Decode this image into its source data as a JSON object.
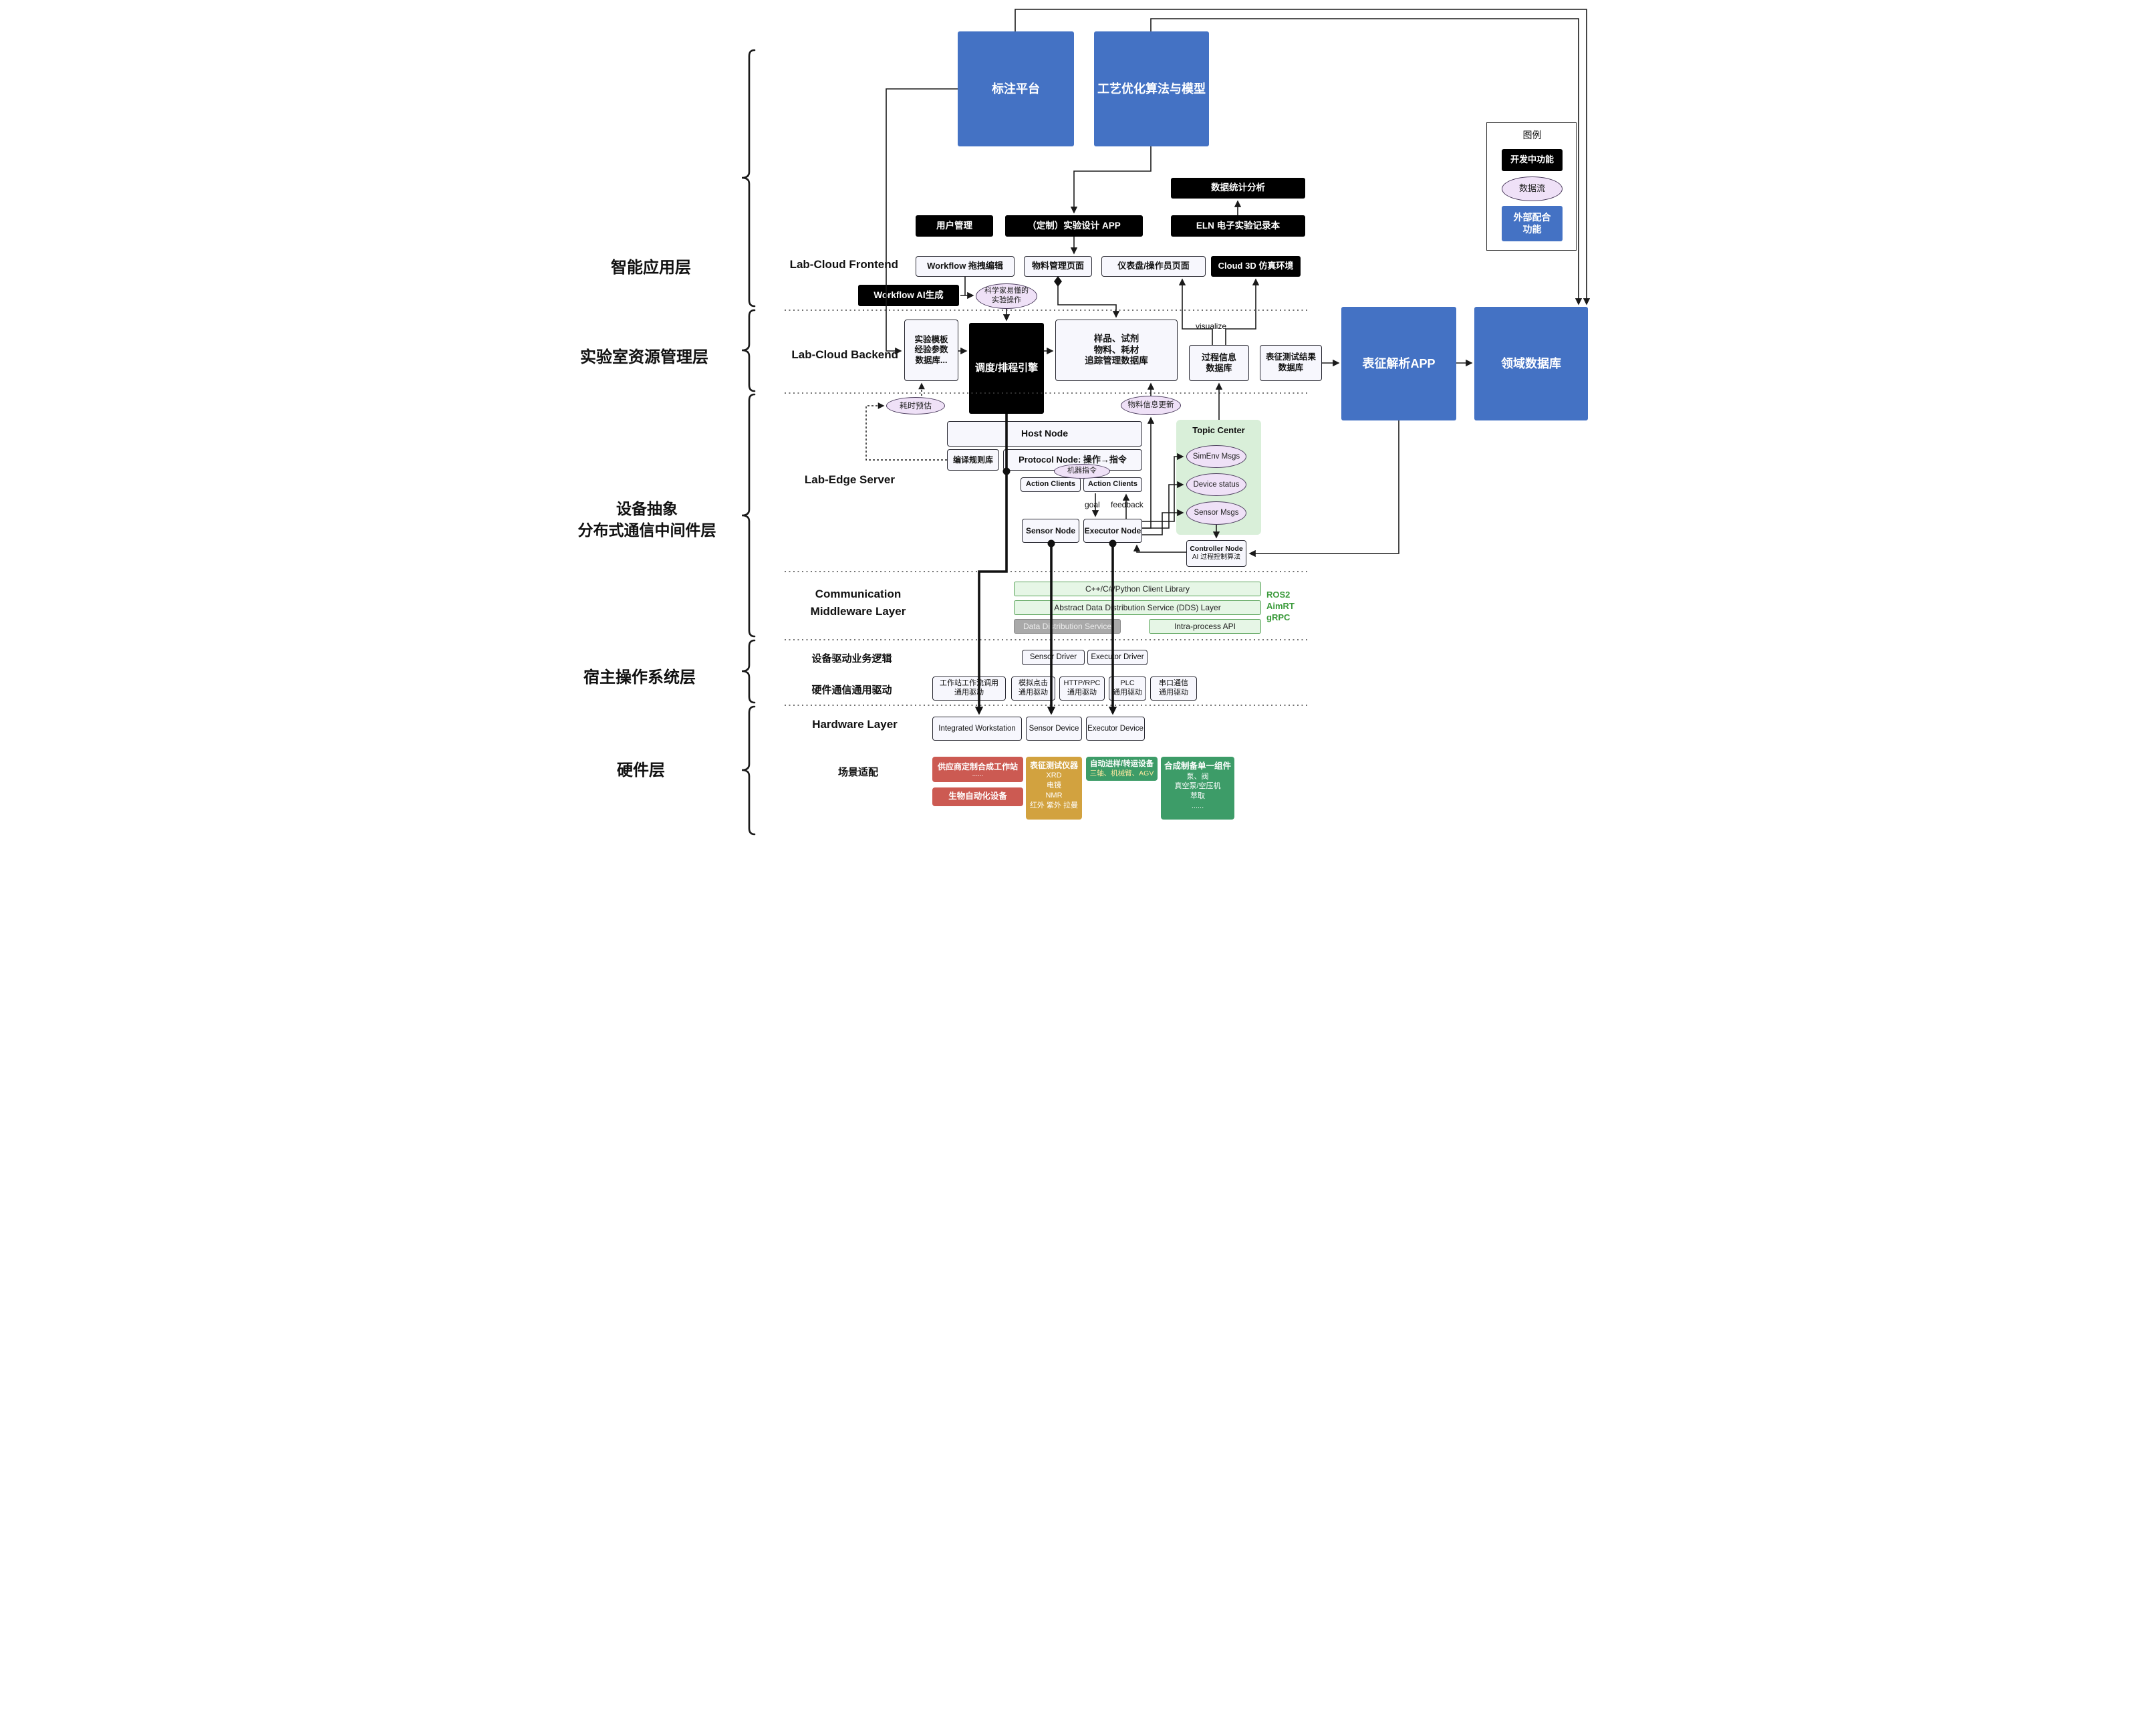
{
  "top": {
    "annotation_platform": "标注平台",
    "process_optimization": "工艺优化算法与模型"
  },
  "legend": {
    "title": "图例",
    "in_development": "开发中功能",
    "data_flow": "数据流",
    "external_support": "外部配合\n功能"
  },
  "app_layer": {
    "label": "智能应用层",
    "frontend_label": "Lab-Cloud Frontend",
    "data_statistics": "数据统计分析",
    "user_management": "用户管理",
    "custom_experiment_app": "（定制）实验设计 APP",
    "eln": "ELN 电子实验记录本",
    "workflow_editor": "Workflow 拖拽编辑",
    "material_page": "物料管理页面",
    "dashboard_page": "仪表盘/操作员页面",
    "cloud_3d": "Cloud 3D 仿真环境",
    "workflow_ai": "Workflow AI生成",
    "scientist_operations": "科学家易懂的\n实验操作"
  },
  "resource_layer": {
    "label": "实验室资源管理层",
    "backend_label": "Lab-Cloud Backend",
    "template_db": "实验模板\n经验参数\n数据库...",
    "scheduler": "调度/排程引擎",
    "sample_db": "样品、试剂\n物料、耗材\n追踪管理数据库",
    "visualize": "visualize",
    "process_db": "过程信息\n数据库",
    "characterization_db": "表征测试结果\n数据库",
    "characterization_app": "表征解析APP",
    "domain_db": "领域数据库"
  },
  "edge_layer": {
    "label": "设备抽象\n分布式通信中间件层",
    "server_label": "Lab-Edge Server",
    "time_estimation": "耗时预估",
    "material_update": "物料信息更新",
    "host_node": "Host Node",
    "compile_rule_lib": "编译规则库",
    "protocol_node": "Protocol Node: 操作→指令",
    "machine_command": "机器指令",
    "action_clients_left": "Action Clients",
    "action_clients_right": "Action Clients",
    "goal": "goal",
    "feedback": "feedback",
    "sensor_node": "Sensor Node",
    "executor_node": "Executor Node",
    "topic_center": "Topic Center",
    "simenv_msgs": "SimEnv Msgs",
    "device_status": "Device status",
    "sensor_msgs": "Sensor Msgs",
    "controller_node_title": "Controller Node",
    "controller_node_body": "AI 过程控制算法"
  },
  "middleware_layer": {
    "label": "Communication\nMiddleware Layer",
    "client_library": "C++/C#/Python Client Library",
    "dds_abstract": "Abstract Data Distribution Service (DDS) Layer",
    "dds": "Data Distribution Service",
    "intra_process": "Intra-process API",
    "frameworks": "ROS2\nAimRT\ngRPC"
  },
  "host_os_layer": {
    "label": "宿主操作系统层",
    "driver_logic_label": "设备驱动业务逻辑",
    "sensor_driver": "Sensor Driver",
    "executor_driver": "Executor Driver",
    "hw_driver_label": "硬件通信通用驱动",
    "workstation_driver": "工作站工作流调用\n通用驱动",
    "click_driver": "模拟点击\n通用驱动",
    "http_driver": "HTTP/RPC\n通用驱动",
    "plc_driver": "PLC\n通用驱动",
    "serial_driver": "串口通信\n通用驱动"
  },
  "hardware_layer": {
    "label": "硬件层",
    "hardware_label": "Hardware Layer",
    "integrated_workstation": "Integrated Workstation",
    "sensor_device": "Sensor Device",
    "executor_device": "Executor Device",
    "scenario_label": "场景适配",
    "vendor_workstation_title": "供应商定制合成工作站",
    "vendor_workstation_body": "......",
    "bio_automation": "生物自动化设备",
    "characterization_title": "表征测试仪器",
    "characterization_body": "XRD\n电镜\nNMR\n红外 紫外 拉曼",
    "transfer_title": "自动进样/转运设备",
    "transfer_body": "三轴、机械臂、AGV",
    "synthesis_title": "合成制备单一组件",
    "synthesis_body": "泵、阀\n真空泵/空压机\n萃取\n......"
  },
  "colors": {
    "blue": "#4472c4",
    "black": "#000000",
    "purple_fill": "#efe1f7",
    "green_panel": "#d9efd9",
    "green_bar": "#e6f6e6",
    "gray_bar": "#a9a9a9",
    "red": "#cc5a52",
    "gold": "#d2a23f",
    "green_hw": "#3d9c68",
    "framework_green": "#3a9a3a"
  }
}
